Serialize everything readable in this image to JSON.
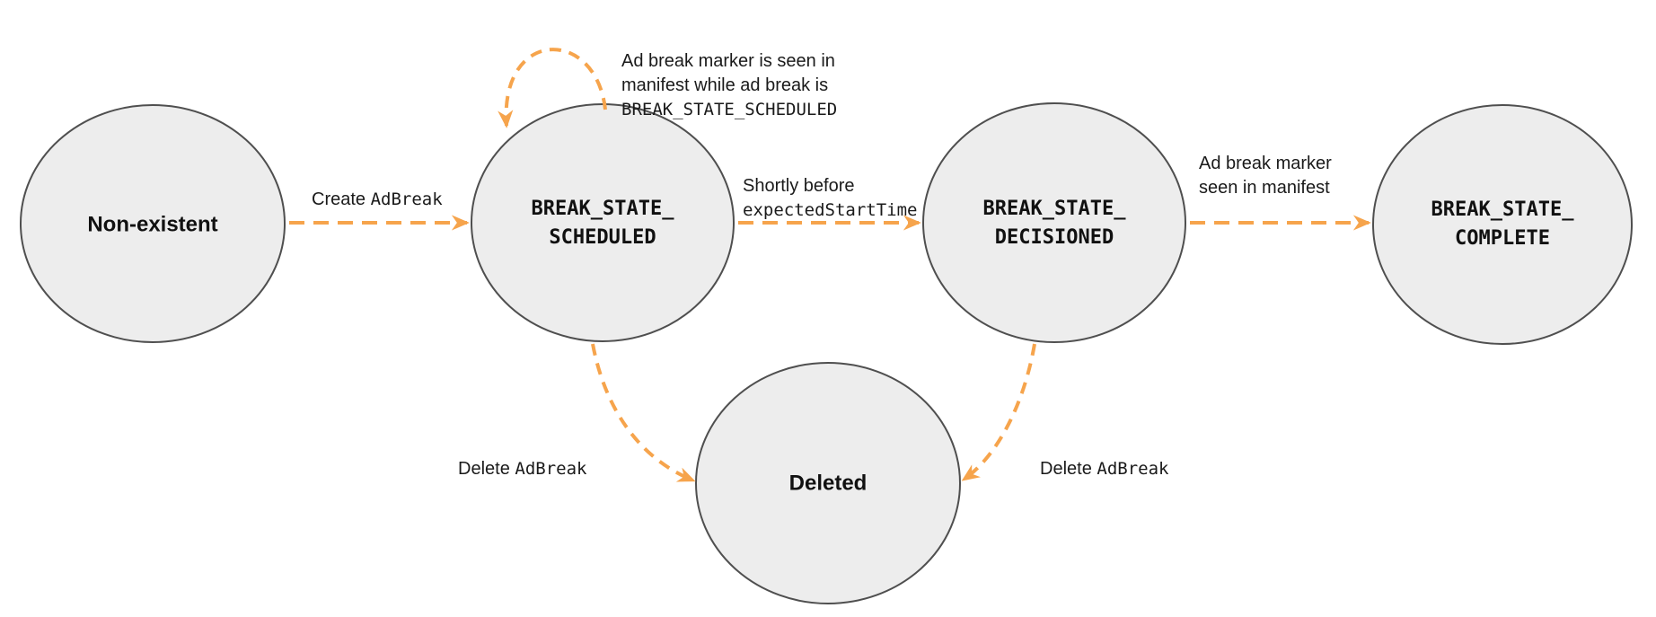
{
  "colors": {
    "arrow": "#f6a44c",
    "state_fill": "#ededed",
    "state_stroke": "#4f4f4f",
    "text": "#1a1a1a"
  },
  "states": {
    "non_existent": {
      "label": "Non-existent"
    },
    "scheduled": {
      "label": "BREAK_STATE_\nSCHEDULED"
    },
    "decisioned": {
      "label": "BREAK_STATE_\nDECISIONED"
    },
    "complete": {
      "label": "BREAK_STATE_\nCOMPLETE"
    },
    "deleted": {
      "label": "Deleted"
    }
  },
  "transitions": {
    "create": {
      "plain": "Create ",
      "code": "AdBreak"
    },
    "self_loop": {
      "plain": "Ad break marker is seen in\nmanifest while ad break is\n",
      "code": "BREAK_STATE_SCHEDULED"
    },
    "shortly": {
      "plain": "Shortly before\n",
      "code": "expectedStartTime"
    },
    "marker_seen": {
      "plain": "Ad break marker\nseen in manifest"
    },
    "delete_left": {
      "plain": "Delete ",
      "code": "AdBreak"
    },
    "delete_right": {
      "plain": "Delete ",
      "code": "AdBreak"
    }
  }
}
